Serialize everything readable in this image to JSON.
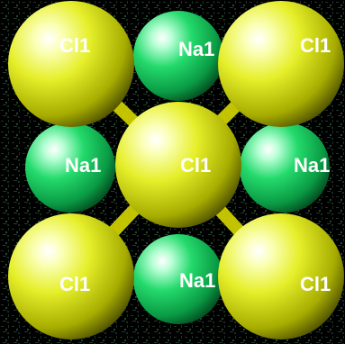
{
  "scene": {
    "atoms": [
      {
        "label": "Cl1",
        "element": "chlorine",
        "color": "#e6f024"
      },
      {
        "label": "Na1",
        "element": "sodium",
        "color": "#22d86a"
      },
      {
        "label": "Cl1",
        "element": "chlorine",
        "color": "#e6f024"
      },
      {
        "label": "Na1",
        "element": "sodium",
        "color": "#22d86a"
      },
      {
        "label": "Cl1",
        "element": "chlorine",
        "color": "#e6f024"
      },
      {
        "label": "Na1",
        "element": "sodium",
        "color": "#22d86a"
      },
      {
        "label": "Cl1",
        "element": "chlorine",
        "color": "#e6f024"
      },
      {
        "label": "Na1",
        "element": "sodium",
        "color": "#22d86a"
      },
      {
        "label": "Cl1",
        "element": "chlorine",
        "color": "#e6f024"
      }
    ],
    "colors": {
      "background": "#000000",
      "label_text": "#ffffff",
      "bond": "#d8d800"
    }
  }
}
